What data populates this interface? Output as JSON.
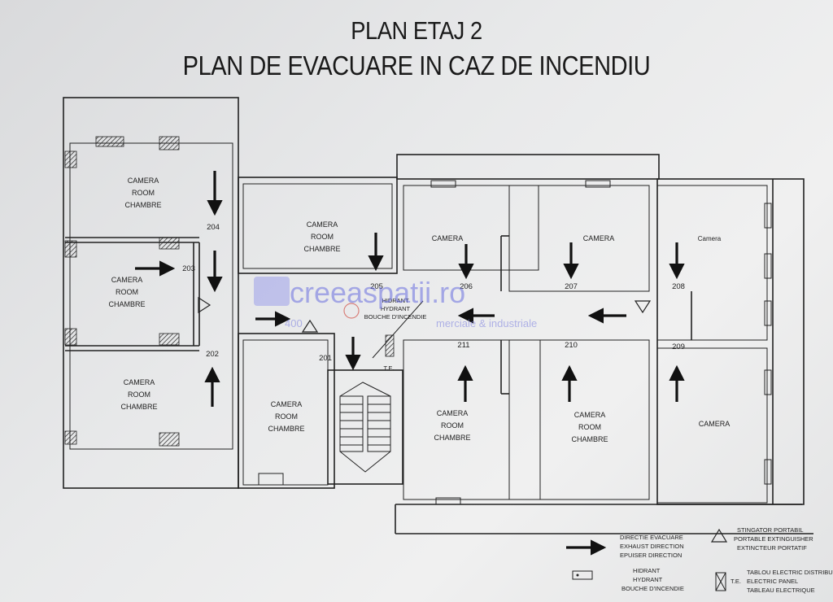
{
  "titles": {
    "line1": "PLAN ETAJ 2",
    "line2": "PLAN DE EVACUARE IN CAZ DE INCENDIU"
  },
  "rooms": {
    "room_label": [
      "CAMERA",
      "ROOM",
      "CHAMBRE"
    ],
    "camera_only": "CAMERA",
    "camera_lower": "Camera"
  },
  "room_numbers": [
    "201",
    "202",
    "203",
    "204",
    "205",
    "206",
    "207",
    "208",
    "209",
    "210",
    "211"
  ],
  "hydrant_label": [
    "HIDRANT",
    "HYDRANT",
    "BOUCHE D'INCENDIE"
  ],
  "te_label": "T.E.",
  "watermark": {
    "brand": "creeaspatii.ro",
    "tagline_a": "400",
    "tagline_b": "merciale & industriale"
  },
  "legend": {
    "direction": [
      "DIRECTIE EVACUARE",
      "EXHAUST DIRECTION",
      "EPUISER DIRECTION"
    ],
    "extinguisher": [
      "STINGATOR PORTABIL",
      "PORTABLE EXTINGUISHER",
      "EXTINCTEUR PORTATIF"
    ],
    "hydrant": [
      "HIDRANT",
      "HYDRANT",
      "BOUCHE D'INCENDIE"
    ],
    "panel": [
      "TABLOU ELECTRIC DISTRIBUTIE",
      "ELECTRIC PANEL",
      "TABLEAU ELECTRIQUE"
    ],
    "panel_abbr": "T.E."
  },
  "colors": {
    "ink": "#1a1a1a",
    "watermark": "#5b5fd6"
  }
}
